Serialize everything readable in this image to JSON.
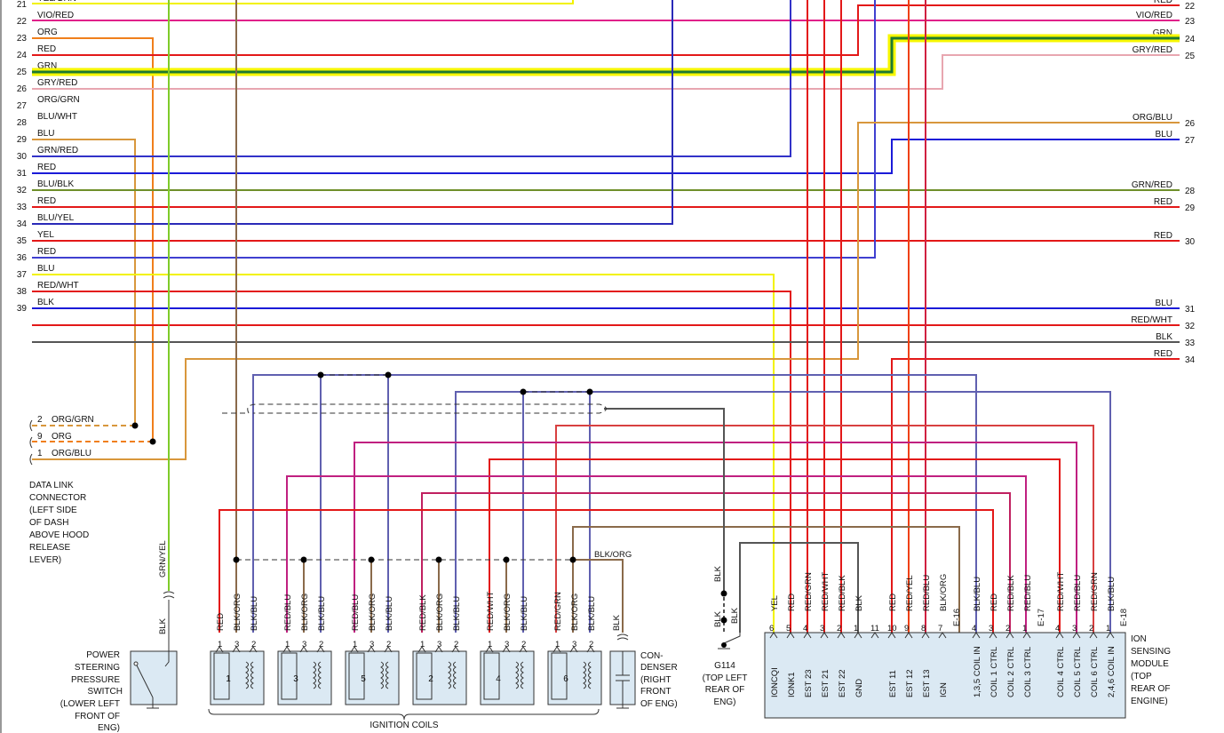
{
  "left_wires": [
    {
      "num": "21",
      "label": "YEL/GRN",
      "color": "#f2f200"
    },
    {
      "num": "22",
      "label": "VIO/RED",
      "color": "#e0208a"
    },
    {
      "num": "23",
      "label": "ORG",
      "color": "#f07f1c"
    },
    {
      "num": "24",
      "label": "RED",
      "color": "#e31818"
    },
    {
      "num": "25",
      "label": "GRN",
      "color": "#1d8a3a"
    },
    {
      "num": "26",
      "label": "GRY/RED",
      "color": "#e8a6b0"
    },
    {
      "num": "27",
      "label": "ORG/GRN",
      "color": "#d8973c"
    },
    {
      "num": "28",
      "label": "BLU/WHT",
      "color": "#3232c8"
    },
    {
      "num": "29",
      "label": "BLU",
      "color": "#1b1bd8"
    },
    {
      "num": "30",
      "label": "GRN/RED",
      "color": "#6f8f2a"
    },
    {
      "num": "31",
      "label": "RED",
      "color": "#e31818"
    },
    {
      "num": "32",
      "label": "BLU/BLK",
      "color": "#2a2ab8"
    },
    {
      "num": "33",
      "label": "RED",
      "color": "#e31818"
    },
    {
      "num": "34",
      "label": "BLU/YEL",
      "color": "#4040d0"
    },
    {
      "num": "35",
      "label": "YEL",
      "color": "#f2f200"
    },
    {
      "num": "36",
      "label": "RED",
      "color": "#e31818"
    },
    {
      "num": "37",
      "label": "BLU",
      "color": "#1b1bd8"
    },
    {
      "num": "38",
      "label": "RED/WHT",
      "color": "#e31818"
    },
    {
      "num": "39",
      "label": "BLK",
      "color": "#555555"
    }
  ],
  "right_wires": [
    {
      "num": "22",
      "label": "RED"
    },
    {
      "num": "23",
      "label": "VIO/RED"
    },
    {
      "num": "24",
      "label": "GRN"
    },
    {
      "num": "25",
      "label": "GRY/RED"
    },
    {
      "num": "26",
      "label": "ORG/BLU"
    },
    {
      "num": "27",
      "label": "BLU"
    },
    {
      "num": "28",
      "label": "GRN/RED"
    },
    {
      "num": "29",
      "label": "RED"
    },
    {
      "num": "30",
      "label": "RED"
    },
    {
      "num": "31",
      "label": "BLU"
    },
    {
      "num": "32",
      "label": "RED/WHT"
    },
    {
      "num": "33",
      "label": "BLK"
    },
    {
      "num": "34",
      "label": "RED"
    }
  ],
  "dlc": {
    "pins": [
      {
        "num": "2",
        "label": "ORG/GRN"
      },
      {
        "num": "9",
        "label": "ORG"
      },
      {
        "num": "1",
        "label": "ORG/BLU"
      }
    ],
    "caption": [
      "DATA LINK",
      "CONNECTOR",
      "(LEFT SIDE",
      "OF DASH",
      "ABOVE HOOD",
      "RELEASE",
      "LEVER)"
    ]
  },
  "ps_switch": {
    "wire_top": "GRN/YEL",
    "wire_bottom": "BLK",
    "caption": [
      "POWER",
      "STEERING",
      "PRESSURE",
      "SWITCH",
      "(LOWER LEFT",
      "FRONT OF",
      "ENG)"
    ]
  },
  "coils": [
    {
      "cyl": "1",
      "wires": [
        "RED",
        "BLK/ORG",
        "BLK/BLU"
      ]
    },
    {
      "cyl": "3",
      "wires": [
        "RED/BLU",
        "BLK/ORG",
        "BLK/BLU"
      ]
    },
    {
      "cyl": "5",
      "wires": [
        "RED/BLU",
        "BLK/ORG",
        "BLK/BLU"
      ]
    },
    {
      "cyl": "2",
      "wires": [
        "RED/BLK",
        "BLK/ORG",
        "BLK/BLU"
      ]
    },
    {
      "cyl": "4",
      "wires": [
        "RED/WHT",
        "BLK/ORG",
        "BLK/BLU"
      ]
    },
    {
      "cyl": "6",
      "wires": [
        "RED/GRN",
        "BLK/ORG",
        "BLK/BLU"
      ]
    }
  ],
  "coil_pins": [
    "1",
    "3",
    "2"
  ],
  "ignition_coils_label": "IGNITION COILS",
  "blk_org_label": "BLK/ORG",
  "condenser": {
    "wire": "BLK",
    "caption": [
      "CON-",
      "DENSER",
      "(RIGHT",
      "FRONT",
      "OF ENG)"
    ]
  },
  "ground": {
    "wires": [
      "BLK",
      "BLK",
      "BLK"
    ],
    "caption": [
      "G114",
      "(TOP LEFT",
      "REAR OF",
      "ENG)"
    ]
  },
  "ism": {
    "connector_a": "E-16",
    "connector_b": "E-17",
    "connector_c": "E-18",
    "pins": [
      {
        "pin": "6",
        "wire": "YEL",
        "func": "IONCQI"
      },
      {
        "pin": "5",
        "wire": "RED",
        "func": "IONK1"
      },
      {
        "pin": "4",
        "wire": "RED/GRN",
        "func": "EST 23"
      },
      {
        "pin": "3",
        "wire": "RED/WHT",
        "func": "EST 21"
      },
      {
        "pin": "2",
        "wire": "RED/BLK",
        "func": "EST 22"
      },
      {
        "pin": "1",
        "wire": "BLK",
        "func": "GND"
      },
      {
        "pin": "11",
        "wire": "",
        "func": ""
      },
      {
        "pin": "10",
        "wire": "RED",
        "func": "EST 11"
      },
      {
        "pin": "9",
        "wire": "RED/YEL",
        "func": "EST 12"
      },
      {
        "pin": "8",
        "wire": "RED/BLU",
        "func": "EST 13"
      },
      {
        "pin": "7",
        "wire": "BLK/ORG",
        "func": "IGN"
      },
      {
        "pin": "4",
        "wire": "BLK/BLU",
        "func": "1,3,5 COIL IN"
      },
      {
        "pin": "3",
        "wire": "RED",
        "func": "COIL 1 CTRL"
      },
      {
        "pin": "2",
        "wire": "RED/BLK",
        "func": "COIL 2 CTRL"
      },
      {
        "pin": "1",
        "wire": "RED/BLU",
        "func": "COIL 3 CTRL"
      },
      {
        "pin": "4",
        "wire": "RED/WHT",
        "func": "COIL 4 CTRL"
      },
      {
        "pin": "3",
        "wire": "RED/BLU",
        "func": "COIL 5 CTRL"
      },
      {
        "pin": "2",
        "wire": "RED/GRN",
        "func": "COIL 6 CTRL"
      },
      {
        "pin": "1",
        "wire": "BLK/BLU",
        "func": "2,4,6 COIL IN"
      }
    ],
    "caption": [
      "ION",
      "SENSING",
      "MODULE",
      "(TOP",
      "REAR OF",
      "ENGINE)"
    ]
  }
}
